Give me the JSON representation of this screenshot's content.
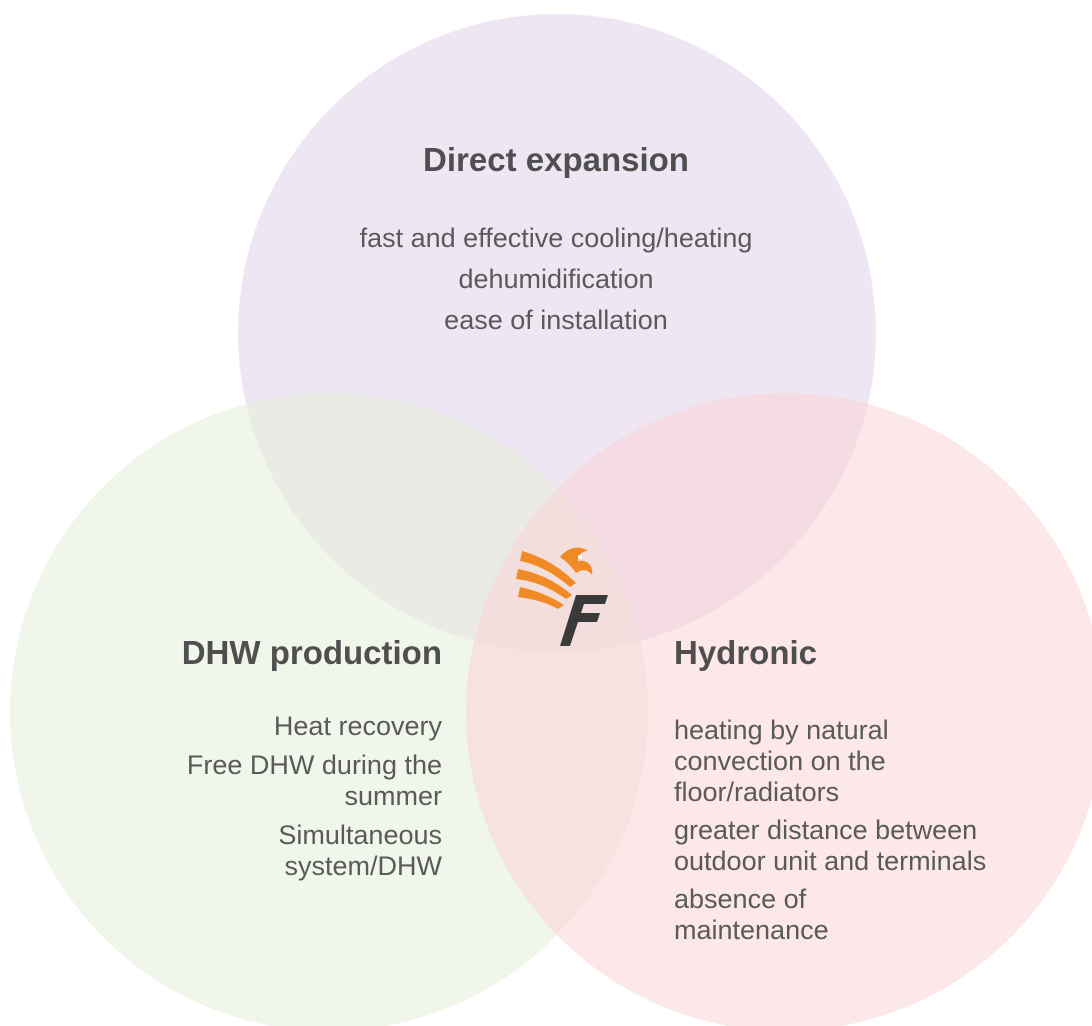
{
  "colors": {
    "top_circle": "#e9ddf0",
    "left_circle": "#e6efd9",
    "right_circle": "#f9d3d7",
    "logo_orange": "#f08a24",
    "logo_dark": "#3a3a3a",
    "title_text": "#4f4f4f",
    "body_text": "#5a5a5a"
  },
  "circles": {
    "top": {
      "title": "Direct expansion",
      "items": [
        "fast and effective cooling/heating",
        "dehumidification",
        "ease of installation"
      ]
    },
    "left": {
      "title": "DHW production",
      "items": [
        "Heat recovery",
        "Free DHW during the summer",
        "Simultaneous system/DHW"
      ]
    },
    "right": {
      "title": "Hydronic",
      "items": [
        "heating by natural convection on the floor/radiators",
        "greater distance between outdoor unit and terminals",
        "absence of maintenance"
      ]
    }
  },
  "logo": {
    "icon": "phoenix-f-logo-icon"
  }
}
